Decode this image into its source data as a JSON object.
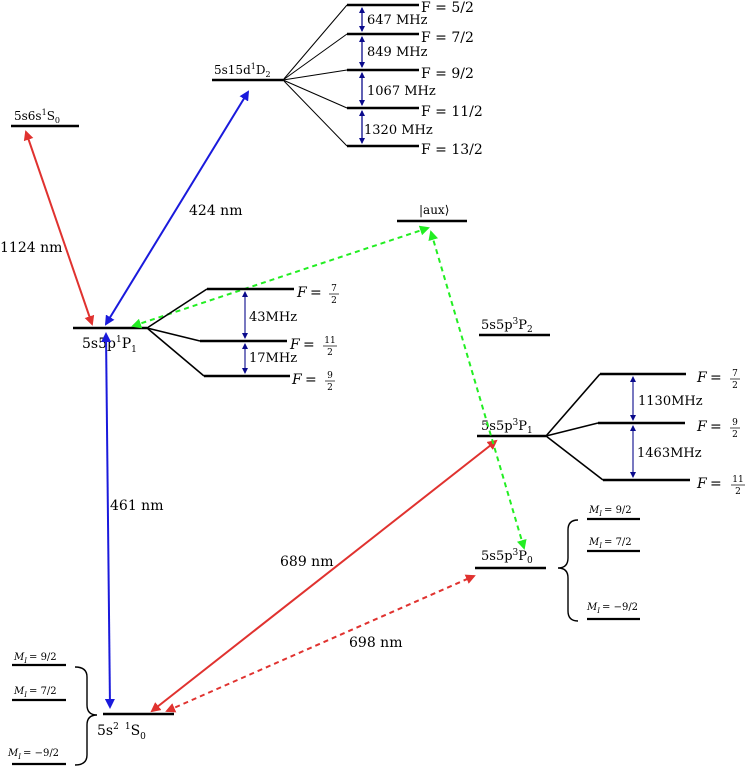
{
  "colors": {
    "blue": "#1a1adc",
    "red": "#e0322f",
    "green": "#22ee22",
    "navy": "#0a0a8c"
  },
  "levels": {
    "s6s": "5s6s",
    "s6s_sup": "1",
    "s6s_sub": "S",
    "s6s_sub2": "0",
    "d1": "5s15d",
    "d1_sup": "1",
    "d1_term": "D",
    "d1_sub": "2",
    "aux": "|aux⟩",
    "p1": "5s5p",
    "p1_sup": "1",
    "p1_term": "P",
    "p1_sub": "1",
    "p32": "5s5p",
    "p32_sup": "3",
    "p32_term": "P",
    "p32_sub": "2",
    "p31": "5s5p",
    "p31_sup": "3",
    "p31_term": "P",
    "p31_sub": "1",
    "p30": "5s5p",
    "p30_sup": "3",
    "p30_term": "P",
    "p30_sub": "0",
    "s0": "5s",
    "s0_sup": "2",
    "s0_sup2": "1",
    "s0_term": "S",
    "s0_sub": "0"
  },
  "transitions": {
    "t1124": "1124 nm",
    "t424": "424 nm",
    "t461": "461 nm",
    "t689": "689 nm",
    "t698": "698 nm"
  },
  "d_hyperfine": {
    "f_labels": [
      "F = 5/2",
      "F = 7/2",
      "F = 9/2",
      "F = 11/2",
      "F = 13/2"
    ],
    "splittings": [
      "647 MHz",
      "849 MHz",
      "1067 MHz",
      "1320 MHz"
    ]
  },
  "p1_hyperfine": {
    "f_letter": "F",
    "eq": "=",
    "nums": [
      "7",
      "11",
      "9"
    ],
    "dens": [
      "2",
      "2",
      "2"
    ],
    "splittings": [
      "43MHz",
      "17MHz"
    ]
  },
  "p31_hyperfine": {
    "f_letter": "F",
    "eq": "=",
    "nums": [
      "7",
      "9",
      "11"
    ],
    "dens": [
      "2",
      "2",
      "2"
    ],
    "splittings": [
      "1130MHz",
      "1463MHz"
    ]
  },
  "zeeman_p30": {
    "m_letter": "M",
    "m_sub": "I",
    "values": [
      "= 9/2",
      "= 7/2",
      "= −9/2"
    ]
  },
  "zeeman_s0": {
    "m_letter": "M",
    "m_sub": "I",
    "values": [
      "= 9/2",
      "= 7/2",
      "= −9/2"
    ]
  }
}
